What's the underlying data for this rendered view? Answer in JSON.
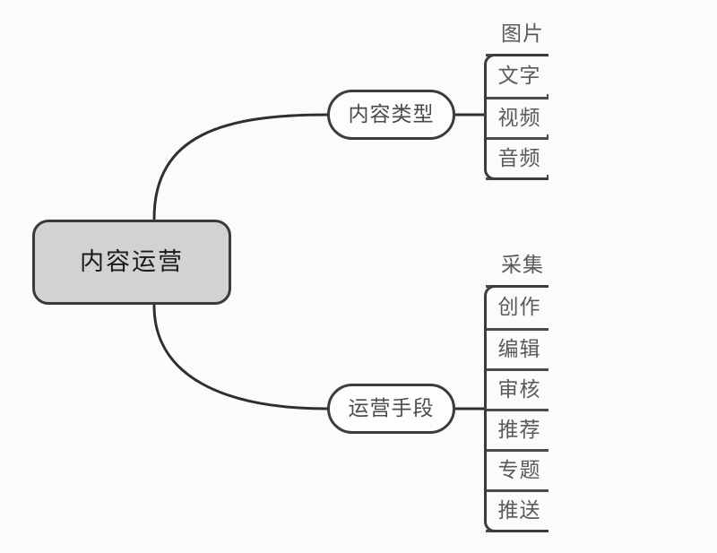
{
  "diagram": {
    "title": "内容运营",
    "type": "mind-map",
    "background_color": "#fcfbfb",
    "root": {
      "label": "内容运营",
      "fill_color": "#d2d2d2",
      "border_color": "#3a3a3a",
      "text_color": "#1b1b1b"
    },
    "branches": [
      {
        "label": "内容类型",
        "fill_color": "#fdfdfd",
        "border_color": "#3c3c3c",
        "text_color": "#4a4a4a",
        "heading": "图片",
        "leaves": [
          "文字",
          "视频",
          "音频"
        ]
      },
      {
        "label": "运营手段",
        "fill_color": "#fdfdfd",
        "border_color": "#3c3c3c",
        "text_color": "#4a4a4a",
        "heading": "采集",
        "leaves": [
          "创作",
          "编辑",
          "审核",
          "推荐",
          "专题",
          "推送"
        ]
      }
    ],
    "connector_color": "#2f2f2f"
  }
}
